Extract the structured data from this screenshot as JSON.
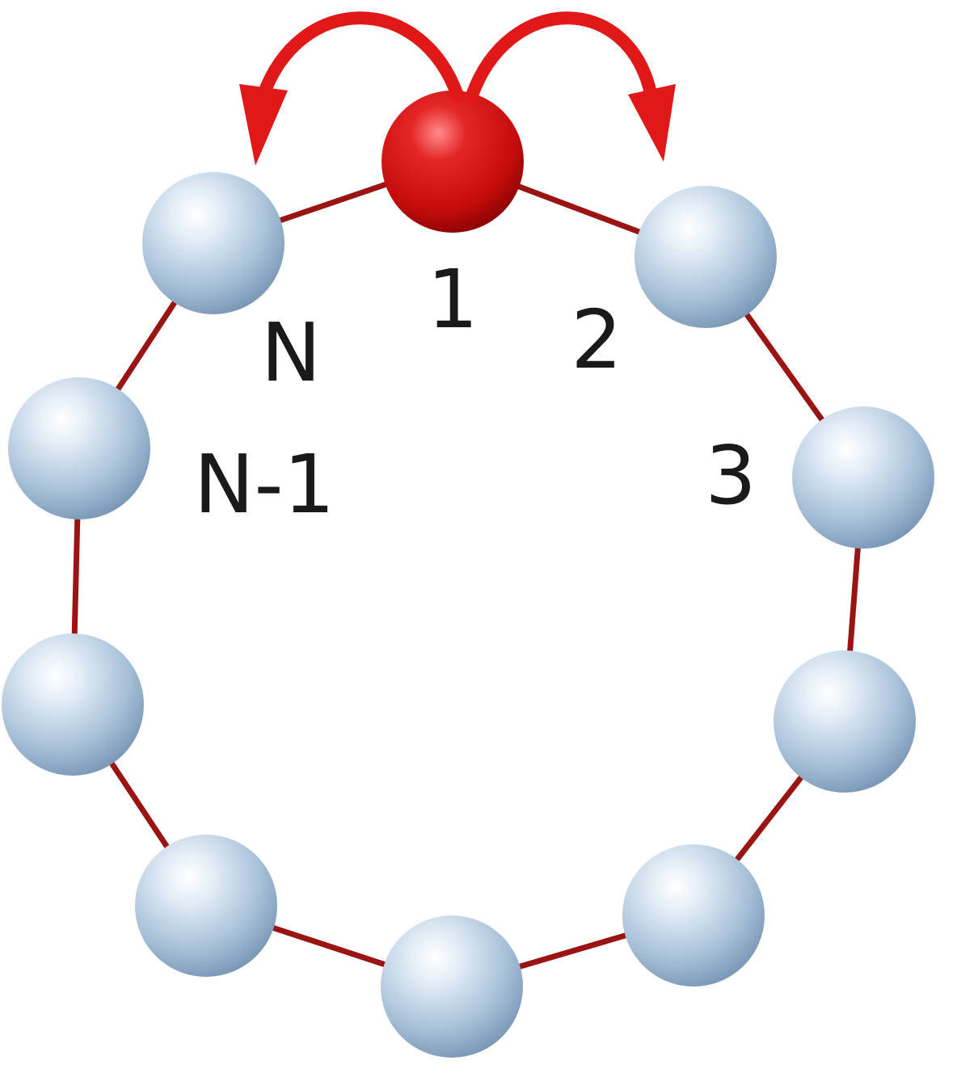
{
  "labels": {
    "site_1": "1",
    "site_2": "2",
    "site_3": "3",
    "site_N": "N",
    "site_N_minus_1": "N-1"
  },
  "colors": {
    "ring": "#9b1414",
    "excited_site": "#d01010",
    "ground_site": "#a9c3dc",
    "arrows": "#e01818",
    "label_text": "#1a1a1a"
  }
}
